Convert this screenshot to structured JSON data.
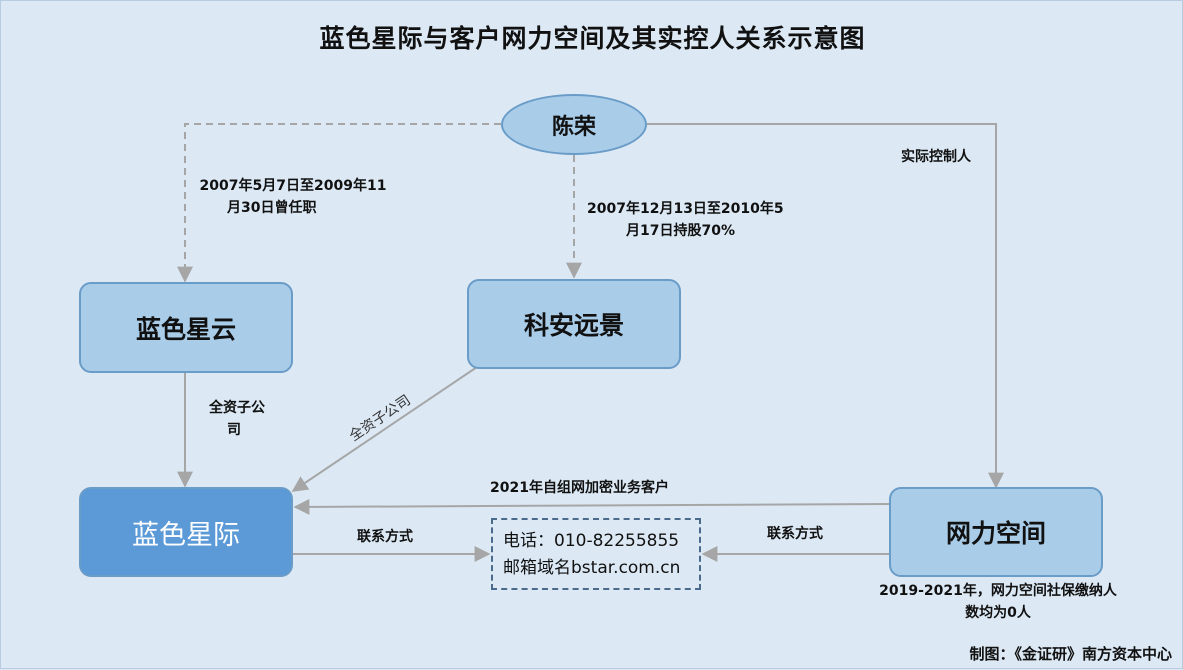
{
  "title": "蓝色星际与客户网力空间及其实控人关系示意图",
  "nodes": {
    "chenrong": "陈荣",
    "lanse_xingyun": "蓝色星云",
    "kean_yuanjing": "科安远景",
    "lanse_xingji": "蓝色星际",
    "wangli_kongjian": "网力空间"
  },
  "labels": {
    "tenure_line1": "2007年5月7日至2009年11",
    "tenure_line2": "月30日曾任职",
    "holding_line1": "2007年12月13日至2010年5",
    "holding_line2": "月17日持股70%",
    "actual_controller": "实际控制人",
    "wholly_owned_line1": "全资子公",
    "wholly_owned_line2": "司",
    "wholly_owned_diag": "全资子公司",
    "client_2021": "2021年自组网加密业务客户",
    "contact_method_left": "联系方式",
    "contact_method_right": "联系方式",
    "social_line1": "2019-2021年，网力空间社保缴纳人",
    "social_line2": "数均为0人"
  },
  "contact": {
    "phone": "电话：010-82255855",
    "email": "邮箱域名bstar.com.cn"
  },
  "footer": "制图：《金证研》南方资本中心",
  "colors": {
    "background": "#dce9f5",
    "node_fill": "#a9cce9",
    "node_dark_fill": "#5b9ad6",
    "node_border": "#6a9cc8",
    "arrow": "#a6a6a6"
  }
}
